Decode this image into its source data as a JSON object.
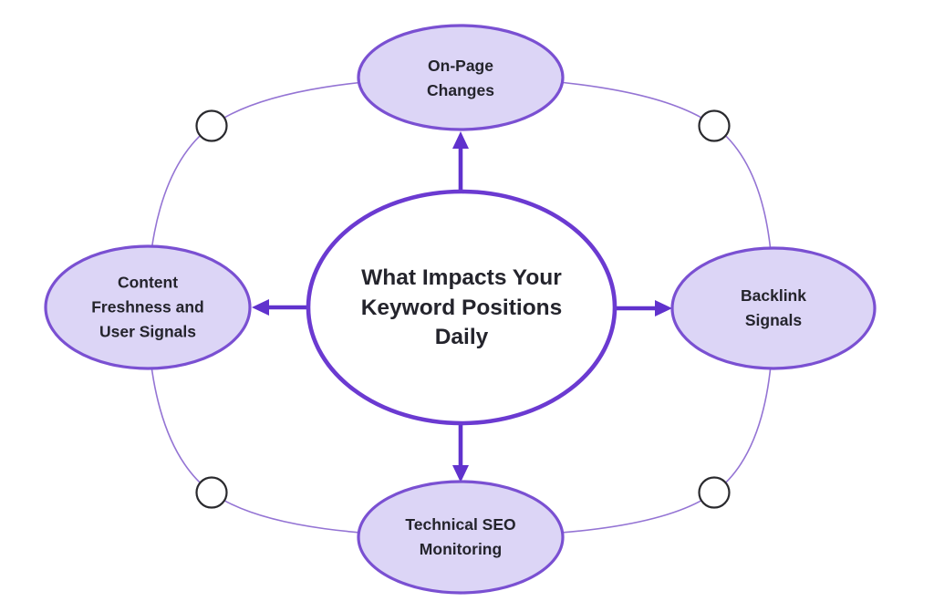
{
  "diagram": {
    "center": {
      "label": "What Impacts Your\nKeyword Positions\nDaily"
    },
    "nodes": {
      "top": {
        "label": "On-Page\nChanges"
      },
      "right": {
        "label": "Backlink\nSignals"
      },
      "bottom": {
        "label": "Technical SEO\nMonitoring"
      },
      "left": {
        "label": "Content\nFreshness and\nUser Signals"
      }
    }
  },
  "colors": {
    "center_border": "#6b3ad1",
    "node_border": "#7a50d2",
    "node_fill": "#dcd5f6",
    "center_fill": "#ffffff",
    "arrow": "#6032cd",
    "ring": "#9474d4",
    "circle_stroke": "#2a2a2e",
    "circle_fill": "#ffffff",
    "text": "#24242c",
    "background": "#ffffff"
  }
}
